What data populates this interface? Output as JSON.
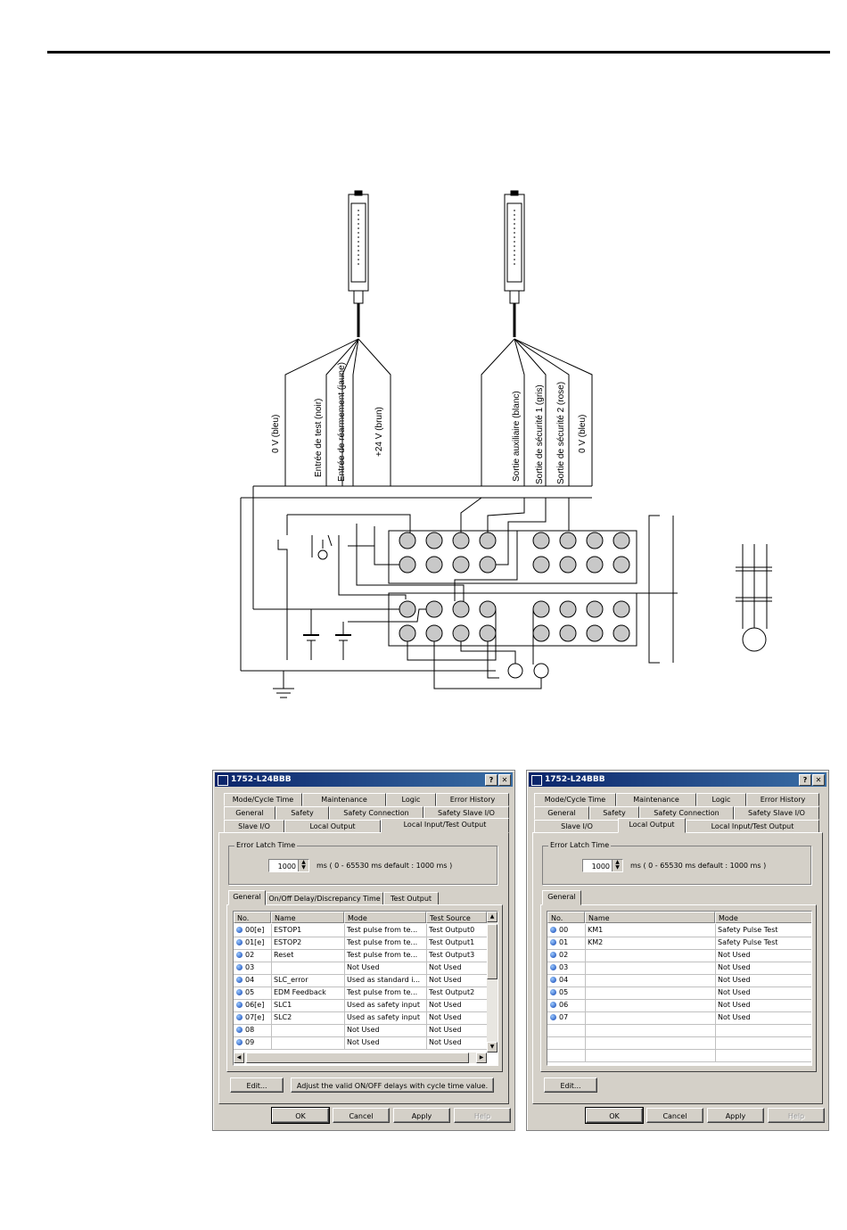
{
  "diagram": {
    "wire_labels_left": [
      "0 V (bleu)",
      "Entrée de test (noir)",
      "Entrée de réarmement (jaune)",
      "+24 V (brun)"
    ],
    "wire_labels_right": [
      "Sortie auxiliaire (blanc)",
      "Sortie de sécurité 1 (gris)",
      "Sortie de sécurité 2 (rose)",
      "0 V (bleu)"
    ]
  },
  "dialogs": [
    {
      "title": "1752-L24BBB",
      "help_glyph": "?",
      "close_glyph": "✕",
      "tabs_row1": [
        "Mode/Cycle Time",
        "Maintenance",
        "Logic",
        "Error History"
      ],
      "tabs_row2": [
        "General",
        "Safety",
        "Safety Connection",
        "Safety Slave I/O"
      ],
      "tabs_row3": [
        "Slave I/O",
        "Local Output",
        "Local Input/Test Output"
      ],
      "active_tab": "Local Input/Test Output",
      "error_latch_label": "Error Latch Time",
      "error_latch_value": "1000",
      "error_latch_hint": "ms  ( 0 - 65530 ms   default : 1000 ms )",
      "subtabs": [
        "General",
        "On/Off Delay/Discrepancy Time",
        "Test Output"
      ],
      "columns": [
        "No.",
        "Name",
        "Mode",
        "Test Source"
      ],
      "rows": [
        [
          "00[e]",
          "ESTOP1",
          "Test pulse from te...",
          "Test Output0"
        ],
        [
          "01[e]",
          "ESTOP2",
          "Test pulse from te...",
          "Test Output1"
        ],
        [
          "02",
          "Reset",
          "Test pulse from te...",
          "Test Output3"
        ],
        [
          "03",
          "",
          "Not Used",
          "Not Used"
        ],
        [
          "04",
          "SLC_error",
          "Used as standard i...",
          "Not Used"
        ],
        [
          "05",
          "EDM Feedback",
          "Test pulse from te...",
          "Test Output2"
        ],
        [
          "06[e]",
          "SLC1",
          "Used as safety input",
          "Not Used"
        ],
        [
          "07[e]",
          "SLC2",
          "Used as safety input",
          "Not Used"
        ],
        [
          "08",
          "",
          "Not Used",
          "Not Used"
        ],
        [
          "09",
          "",
          "Not Used",
          "Not Used"
        ]
      ],
      "edit_button": "Edit...",
      "adjust_button": "Adjust the valid ON/OFF delays with cycle time value.",
      "ok": "OK",
      "cancel": "Cancel",
      "apply": "Apply",
      "help": "Help"
    },
    {
      "title": "1752-L24BBB",
      "help_glyph": "?",
      "close_glyph": "✕",
      "tabs_row1": [
        "Mode/Cycle Time",
        "Maintenance",
        "Logic",
        "Error History"
      ],
      "tabs_row2": [
        "General",
        "Safety",
        "Safety Connection",
        "Safety Slave I/O"
      ],
      "tabs_row3": [
        "Slave I/O",
        "Local Output",
        "Local Input/Test Output"
      ],
      "active_tab": "Local Output",
      "error_latch_label": "Error Latch Time",
      "error_latch_value": "1000",
      "error_latch_hint": "ms  ( 0 - 65530 ms   default : 1000 ms )",
      "subtabs": [
        "General"
      ],
      "columns": [
        "No.",
        "Name",
        "Mode"
      ],
      "rows": [
        [
          "00",
          "KM1",
          "Safety Pulse Test"
        ],
        [
          "01",
          "KM2",
          "Safety Pulse Test"
        ],
        [
          "02",
          "",
          "Not Used"
        ],
        [
          "03",
          "",
          "Not Used"
        ],
        [
          "04",
          "",
          "Not Used"
        ],
        [
          "05",
          "",
          "Not Used"
        ],
        [
          "06",
          "",
          "Not Used"
        ],
        [
          "07",
          "",
          "Not Used"
        ]
      ],
      "edit_button": "Edit...",
      "ok": "OK",
      "cancel": "Cancel",
      "apply": "Apply",
      "help": "Help"
    }
  ]
}
